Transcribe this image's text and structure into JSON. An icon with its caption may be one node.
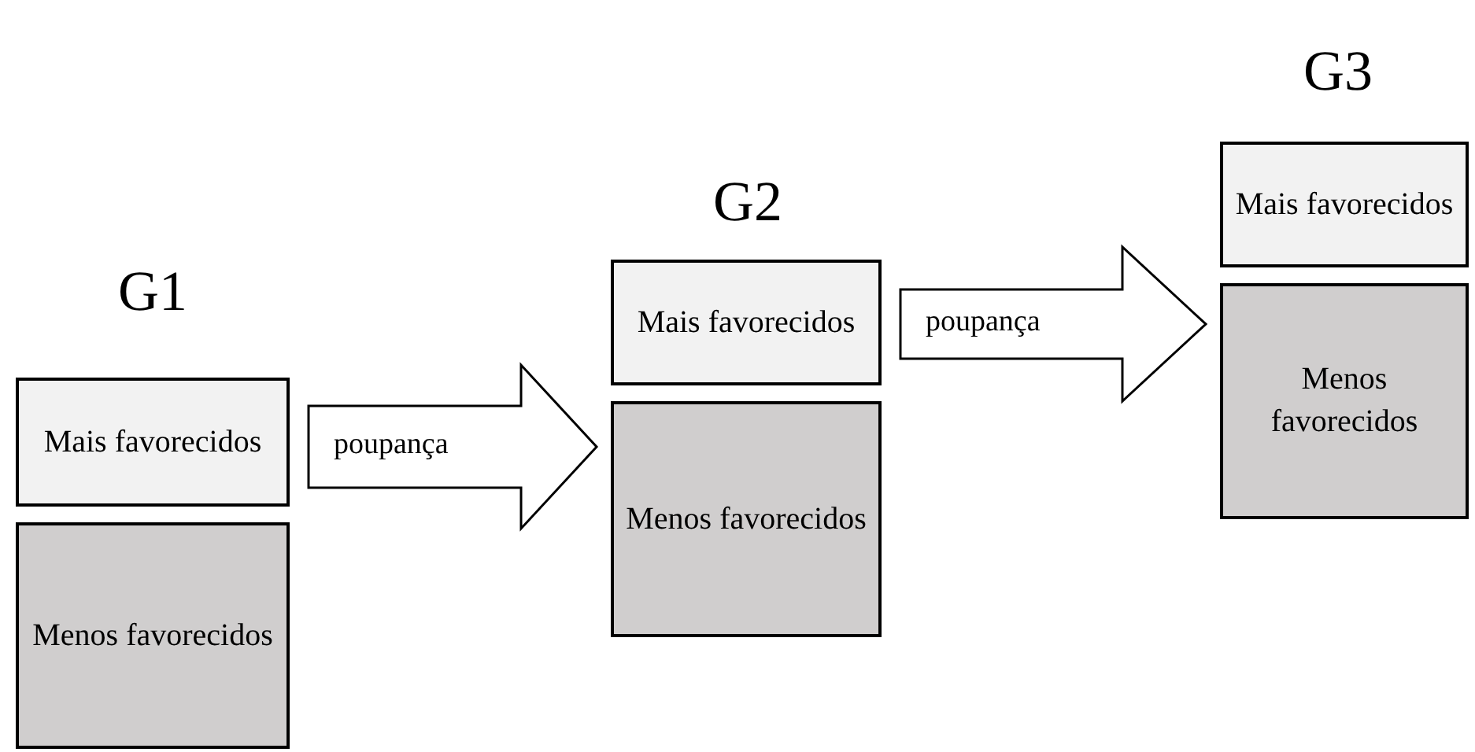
{
  "diagram": {
    "nodes": [
      {
        "text": [
          "Mais favorecidos"
        ]
      },
      {
        "text": [
          "Menos favorecidos"
        ]
      },
      {
        "text": [
          "Mais favorecidos"
        ]
      },
      {
        "text": [
          "Menos favorecidos"
        ]
      },
      {
        "text": [
          "Mais favorecidos"
        ]
      },
      {
        "text": [
          "Menos favorecidos"
        ]
      }
    ],
    "edges": [
      {
        "from": 0,
        "to": 3,
        "arrow": "to",
        "label": "poupança"
      },
      {
        "from": 2,
        "to": 5,
        "arrow": "to",
        "label": "poupança"
      }
    ],
    "labels": [
      "G3",
      "G2",
      "G1"
    ]
  }
}
